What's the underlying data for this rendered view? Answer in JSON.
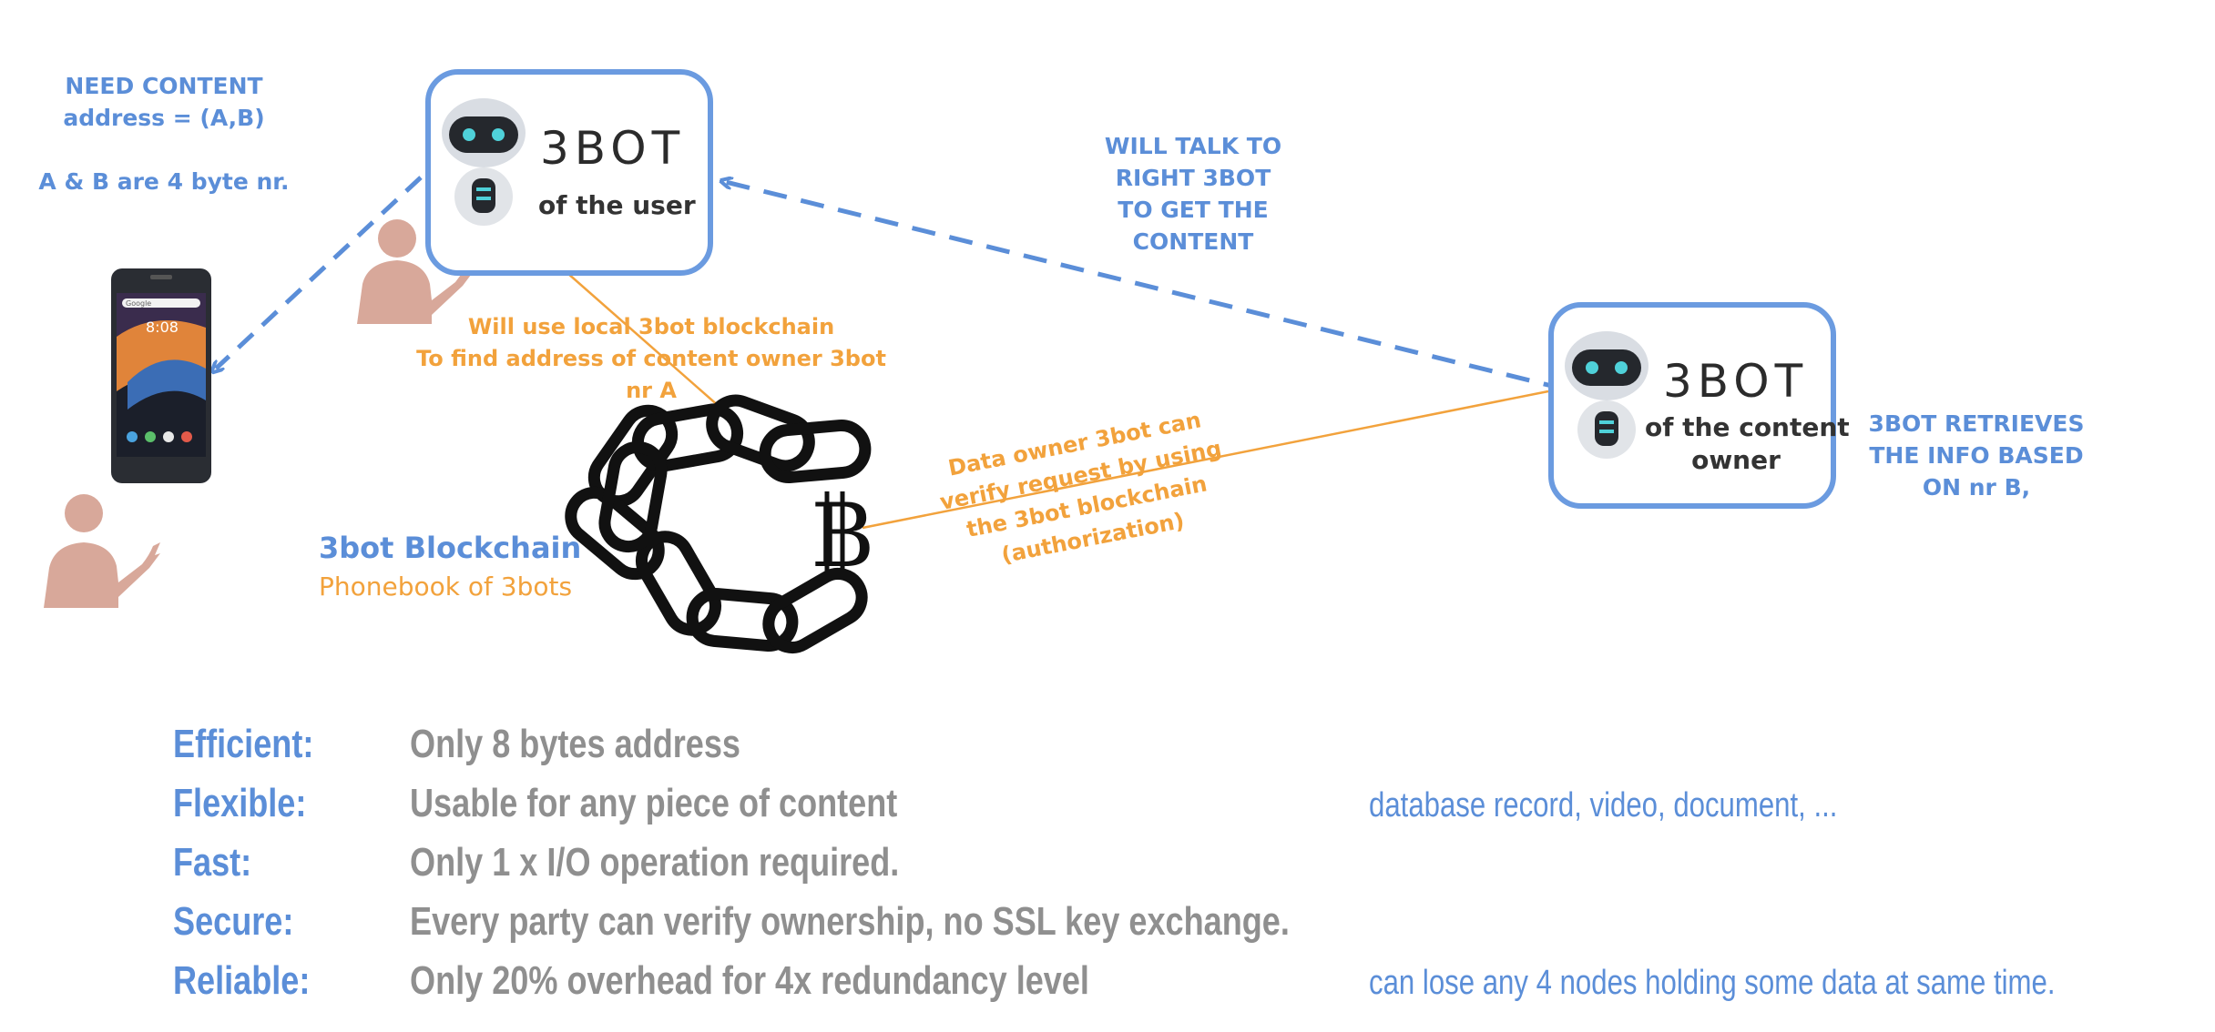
{
  "notes": {
    "need_content": [
      "NEED CONTENT",
      "address = (A,B)",
      "",
      "A & B are 4 byte nr."
    ],
    "will_talk": [
      "WILL TALK TO",
      "RIGHT 3BOT",
      "TO GET THE",
      "CONTENT"
    ],
    "retrieves": [
      "3BOT RETRIEVES",
      "THE INFO BASED",
      "ON nr B,"
    ],
    "local_blockchain": [
      "Will use local 3bot blockchain",
      "To find address of content owner 3bot",
      "nr A"
    ],
    "verify": [
      "Data owner 3bot can",
      "verify request by using",
      "the 3bot blockchain",
      "(authorization)"
    ]
  },
  "bots": {
    "user": {
      "word": "3BOT",
      "caption": [
        "of the user"
      ]
    },
    "owner": {
      "word": "3BOT",
      "caption": [
        "of the content",
        "owner"
      ]
    }
  },
  "blockchain": {
    "title": "3bot Blockchain",
    "subtitle": "Phonebook of 3bots",
    "coin_letter": "B"
  },
  "phone": {
    "search_label": "Google",
    "time": "8:08"
  },
  "properties": [
    {
      "key": "Efficient:",
      "value": "Only 8 bytes address",
      "extra": ""
    },
    {
      "key": "Flexible:",
      "value": "Usable for any piece of content",
      "extra": "database record, video, document, ..."
    },
    {
      "key": "Fast:",
      "value": "Only 1 x I/O operation required.",
      "extra": ""
    },
    {
      "key": "Secure:",
      "value": "Every party can verify ownership, no SSL key exchange.",
      "extra": ""
    },
    {
      "key": "Reliable:",
      "value": "Only 20% overhead for 4x redundancy level",
      "extra": "can lose any 4 nodes holding some data at same time."
    }
  ],
  "colors": {
    "accent_blue": "#5b8ed8",
    "box_border": "#6b9be0",
    "orange": "#f2a23c",
    "gray": "#8f8f8f",
    "person": "#d8a89a"
  }
}
